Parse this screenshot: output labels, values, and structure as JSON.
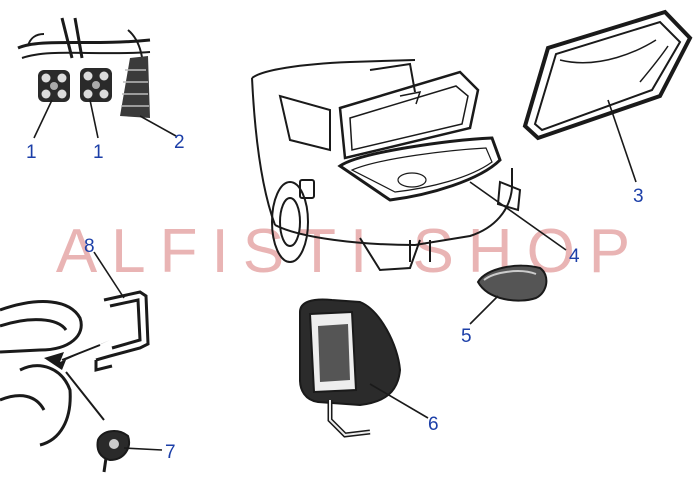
{
  "watermark": {
    "text": "ALFISTI SHOP",
    "color": "#e9b4b4"
  },
  "callout_color": "#1c3fa8",
  "ink_color": "#1a1a1a",
  "parts": [
    {
      "id": "p1a",
      "label": "1",
      "icon": "grommet-plug-icon"
    },
    {
      "id": "p1b",
      "label": "1",
      "icon": "grommet-plug-icon"
    },
    {
      "id": "p2",
      "label": "2",
      "icon": "boot-seal-icon"
    },
    {
      "id": "p3",
      "label": "3",
      "icon": "trunk-lid-seal-icon"
    },
    {
      "id": "p4",
      "label": "4",
      "icon": "trunk-opening-seal-icon"
    },
    {
      "id": "p5",
      "label": "5",
      "icon": "pad-icon"
    },
    {
      "id": "p6",
      "label": "6",
      "icon": "lamp-housing-icon"
    },
    {
      "id": "p7",
      "label": "7",
      "icon": "clip-icon"
    },
    {
      "id": "p8",
      "label": "8",
      "icon": "gasket-icon"
    }
  ]
}
